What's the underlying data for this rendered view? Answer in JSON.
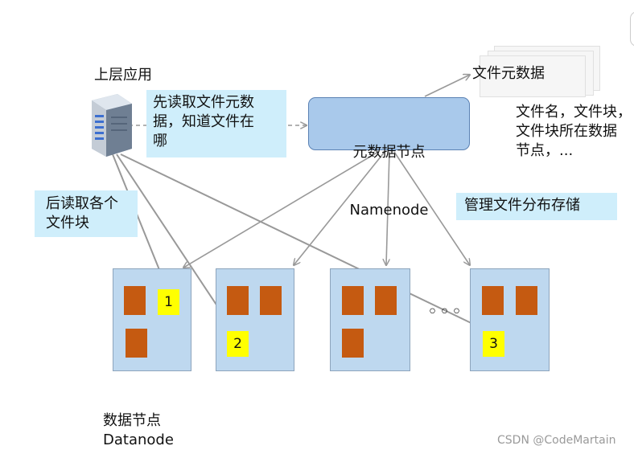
{
  "client": {
    "label": "上层应用"
  },
  "callouts": {
    "read_metadata": "先读取文件元数\n据，知道文件在\n哪",
    "read_blocks": "后读取各个\n文件块",
    "manage_storage": "管理文件分布存储"
  },
  "namenode": {
    "line1": "元数据节点",
    "line2": "Namenode"
  },
  "metadata": {
    "title": "文件元数据",
    "description": "文件名，文件块，\n文件块所在数据\n节点，..."
  },
  "datanodes": {
    "label_cn": "数据节点",
    "label_en": "Datanode",
    "block_labels": [
      "1",
      "2",
      "3"
    ],
    "ellipsis": "◦◦◦"
  },
  "watermark": "CSDN @CodeMartain",
  "colors": {
    "callout_bg": "#cfeefb",
    "namenode_fill": "#a9c9eb",
    "datanode_fill": "#bed8ef",
    "block_fill": "#c55a11",
    "highlight_block": "#ffff00",
    "arrow": "#999999"
  }
}
